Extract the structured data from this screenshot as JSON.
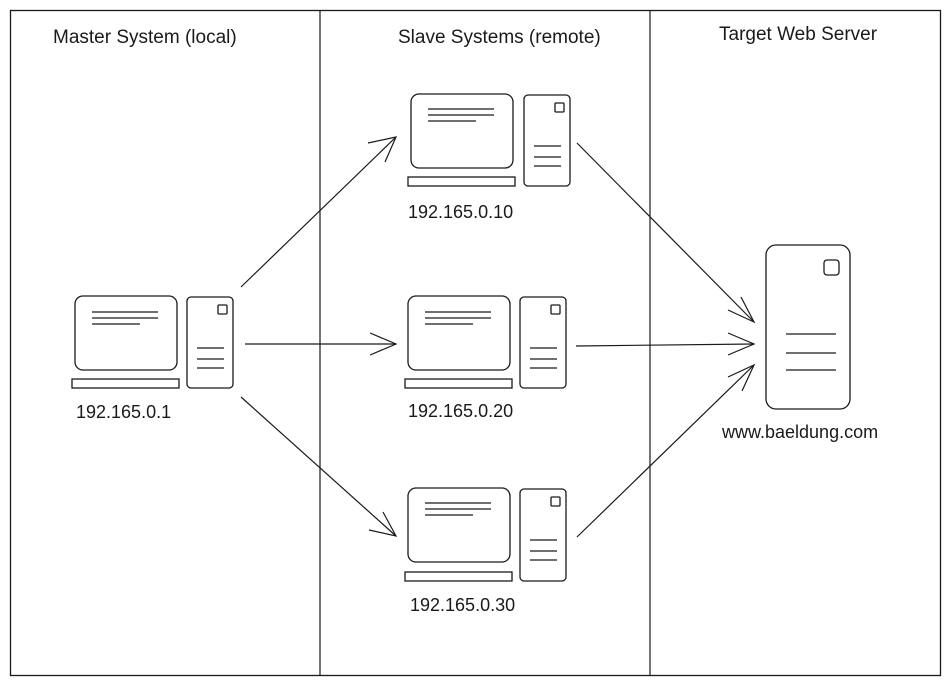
{
  "columns": [
    {
      "title": "Master System (local)"
    },
    {
      "title": "Slave Systems (remote)"
    },
    {
      "title": "Target Web Server"
    }
  ],
  "master": {
    "ip": "192.165.0.1"
  },
  "slaves": [
    {
      "ip": "192.165.0.10"
    },
    {
      "ip": "192.165.0.20"
    },
    {
      "ip": "192.165.0.30"
    }
  ],
  "target": {
    "host": "www.baeldung.com"
  },
  "colors": {
    "stroke": "#1a1a1a",
    "background": "#ffffff"
  }
}
